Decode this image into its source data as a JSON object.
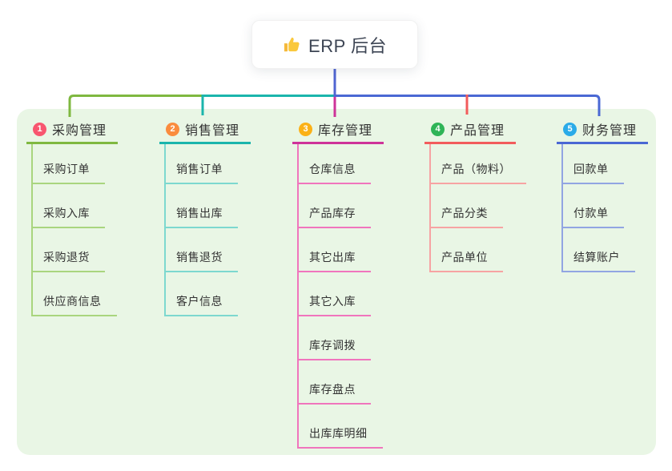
{
  "root": {
    "title": "ERP 后台",
    "icon": "thumbs-up-icon",
    "line_color": "#5065D2"
  },
  "panel_color": "#E9F6E5",
  "branches": [
    {
      "badge": "1",
      "label": "采购管理",
      "badge_color": "#F8566F",
      "line_color": "#7FB840",
      "child_line_color": "#A9D57E",
      "children": [
        "采购订单",
        "采购入库",
        "采购退货",
        "供应商信息"
      ]
    },
    {
      "badge": "2",
      "label": "销售管理",
      "badge_color": "#FA8C3E",
      "line_color": "#1BB5AC",
      "child_line_color": "#7DD8CF",
      "children": [
        "销售订单",
        "销售出库",
        "销售退货",
        "客户信息"
      ]
    },
    {
      "badge": "3",
      "label": "库存管理",
      "badge_color": "#FBB117",
      "line_color": "#CE3399",
      "child_line_color": "#F075BD",
      "children": [
        "仓库信息",
        "产品库存",
        "其它出库",
        "其它入库",
        "库存调拨",
        "库存盘点",
        "出库库明细"
      ]
    },
    {
      "badge": "4",
      "label": "产品管理",
      "badge_color": "#2FB457",
      "line_color": "#F25C5C",
      "child_line_color": "#F7A3A3",
      "children": [
        "产品（物料）",
        "产品分类",
        "产品单位"
      ]
    },
    {
      "badge": "5",
      "label": "财务管理",
      "badge_color": "#2BABE8",
      "line_color": "#4A68D4",
      "child_line_color": "#92A5E2",
      "children": [
        "回款单",
        "付款单",
        "结算账户"
      ]
    }
  ]
}
